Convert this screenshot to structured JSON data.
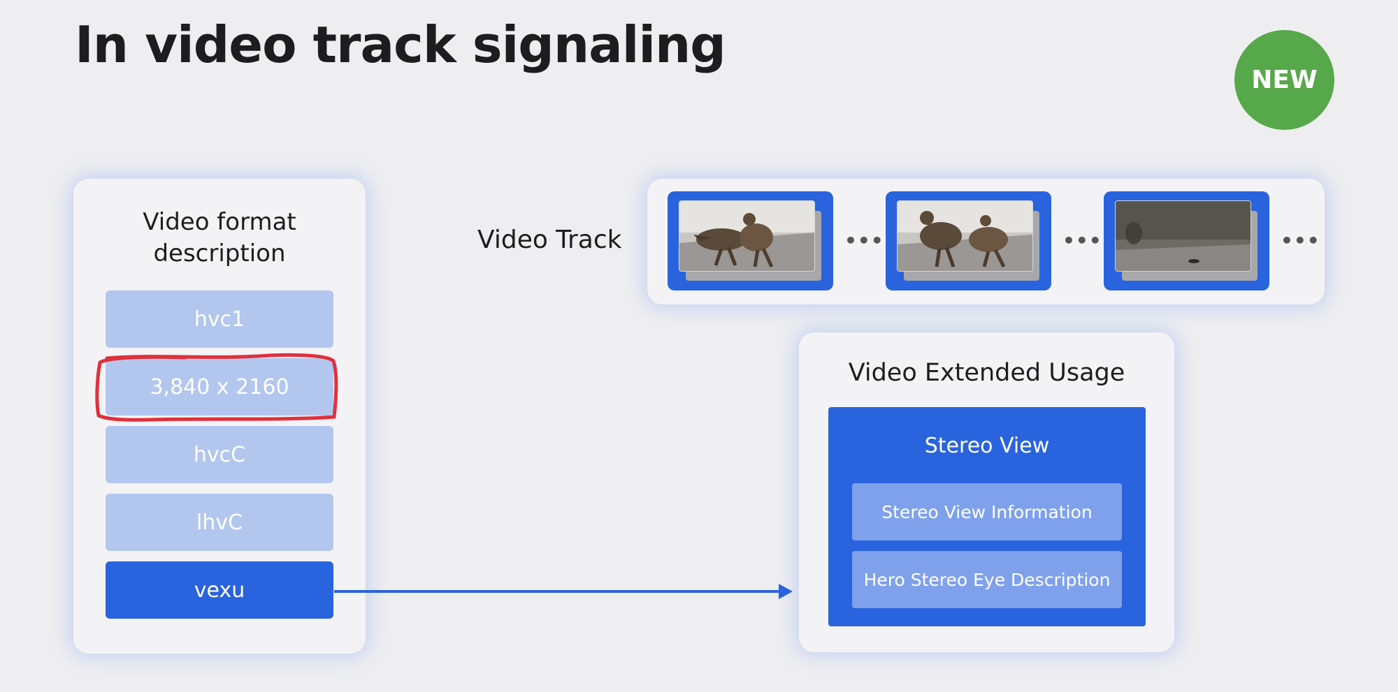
{
  "slide": {
    "title": "In video track signaling",
    "badge": "NEW"
  },
  "format_description": {
    "title_line1": "Video format",
    "title_line2": "description",
    "boxes": [
      "hvc1",
      "3,840 x 2160",
      "hvcC",
      "lhvC",
      "vexu"
    ],
    "highlighted_box": "vexu",
    "annotated_box": "3,840 x 2160"
  },
  "video_track": {
    "label": "Video Track",
    "separator": "•••"
  },
  "extended_usage": {
    "title": "Video Extended Usage",
    "stereo_view": {
      "title": "Stereo View",
      "items": [
        "Stereo View Information",
        "Hero Stereo Eye Description"
      ]
    }
  },
  "colors": {
    "accent_blue": "#2a63de",
    "light_blue": "#b2c6ee",
    "badge_green": "#57a84a",
    "annotation_red": "#e0303c"
  },
  "icons": [
    "new-badge",
    "annotation-circle",
    "connector-arrow"
  ]
}
